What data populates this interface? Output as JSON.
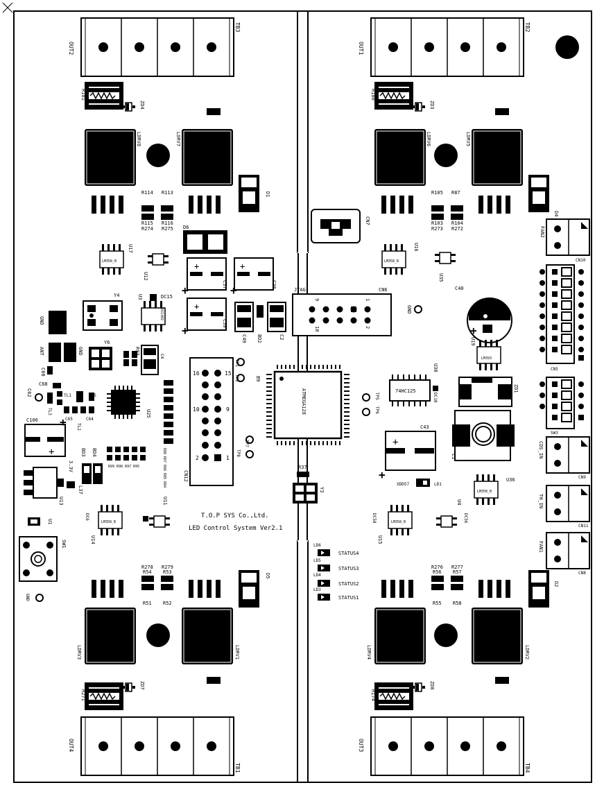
{
  "board": {
    "title_line1": "T.O.P SYS Co.,Ltd.",
    "title_line2": "LED Control System Ver2.1"
  },
  "terminals": {
    "tb3": "TB3",
    "tb2": "TB2",
    "tb1": "TB1",
    "tb4": "TB4",
    "out2": "OUT2",
    "out1": "OUT1",
    "out4": "OUT4",
    "out3": "OUT3"
  },
  "inductors": {
    "ldrv8": "LDRV8",
    "ldrv7": "LDRV7",
    "ldrv6": "LDRV6",
    "ldrv5": "LDRV5",
    "ldrv3": "LDRV3",
    "ldrv1": "LDRV1",
    "ldrv4": "LDRV4",
    "ldrv2": "LDRV2"
  },
  "diodes": {
    "d1": "D1",
    "d4": "D4",
    "d5": "D5",
    "d2": "D2",
    "d6": "D6",
    "zd1": "ZD1"
  },
  "zeners": {
    "zd4": "ZD4",
    "zd3": "ZD3",
    "zd7": "ZD7",
    "zd8": "ZD8"
  },
  "shunts": {
    "r181": "R181",
    "r180": "R180",
    "r271": "R271",
    "r174": "R174"
  },
  "resistors": {
    "r114": "R114",
    "r113": "R113",
    "r115": "R115",
    "r116": "R116",
    "r274": "R274",
    "r275": "R275",
    "r105": "R105",
    "r87": "R87",
    "r103": "R103",
    "r104": "R104",
    "r273": "R273",
    "r272": "R272",
    "r278": "R278",
    "r279": "R279",
    "r54": "R54",
    "r53": "R53",
    "r51": "R51",
    "r52": "R52",
    "r276": "R276",
    "r277": "R277",
    "r56": "R56",
    "r57": "R57",
    "r55": "R55",
    "r58": "R58",
    "r37": "R37"
  },
  "ics": {
    "u17": "U17",
    "u16": "U16",
    "u12": "U12",
    "u35": "U35",
    "u3": "U3",
    "u19": "U19",
    "u25": "U25",
    "u30": "U30",
    "u36": "U36",
    "u14": "U14",
    "u11": "U11",
    "u15": "U15",
    "u4": "U4",
    "u13": "U13",
    "u1": "U1",
    "lm358": "LM358_B",
    "lm358_2": "LM358_B",
    "ds1302": "DS1302",
    "lm393": "LM393",
    "atmega": "ATMEGA128",
    "hc125": "74HC125",
    "lm358_3": "LM358_B"
  },
  "caps": {
    "c37": "C37",
    "c38": "C38",
    "c39": "C39",
    "c49": "C49",
    "c2": "C2",
    "c40": "C40",
    "c4": "C4",
    "c43": "C43",
    "c106": "C106",
    "c60": "C60",
    "c65": "C65",
    "c55": "C55",
    "c64": "C64",
    "c68": "C68",
    "c62": "C62",
    "c63": "C63"
  },
  "connectors": {
    "cn7": "CN7",
    "cn6": "CN6",
    "jtag": "JTAG",
    "cn12": "CN12",
    "cn10": "CN10",
    "cn5": "CN5",
    "cn9": "CN9",
    "cn11": "CN11",
    "cn8": "CN8",
    "sw3": "SW3",
    "fan2": "FAN2",
    "fan1": "FAN1",
    "cds_in": "CDS_IN",
    "th_in": "TH_IN",
    "pin16": "16",
    "pin15": "15",
    "pin10": "10",
    "pin9": "9",
    "pin2": "2",
    "pin1": "1",
    "j9": "9",
    "j1": "1",
    "j10": "10",
    "j2": "2"
  },
  "misc": {
    "gnd1": "GND",
    "gnd2": "GND",
    "gnd3": "GND",
    "gnd4": "GND",
    "ant": "ANT",
    "y4": "Y4",
    "y6": "Y6",
    "y3": "Y3",
    "bd2": "BD2",
    "dc15": "DC15",
    "dc10": "DC10",
    "dc6": "DC6",
    "dc58": "DC58",
    "dc56": "DC56",
    "tp1": "TP1",
    "tp2": "TP2",
    "tp8": "TP8",
    "tp4": "TP4",
    "tp7": "TP7",
    "tp6": "TP6",
    "tp5": "TP5",
    "b9": "B9",
    "tl1": "TL1",
    "tl3": "TL3",
    "tl2": "TL2",
    "bd3": "BD3",
    "bd4": "BD4",
    "l1": "L1",
    "sw1": "SW1",
    "v33": "3.3V",
    "l37": "L37",
    "xdd57": "XDD57",
    "ld1": "LD1",
    "r30": "R30",
    "r31": "R31",
    "r93": "R93",
    "sr_labels": "R88 R87 R86 R85 R84",
    "sr_labels2": "R99 R98 R97 R95"
  },
  "status": {
    "ld6": "LD6",
    "ld5": "LD5",
    "ld4": "LD4",
    "ld3": "LD3",
    "s4": "STATUS4",
    "s3": "STATUS3",
    "s2": "STATUS2",
    "s1": "STATUS1"
  }
}
